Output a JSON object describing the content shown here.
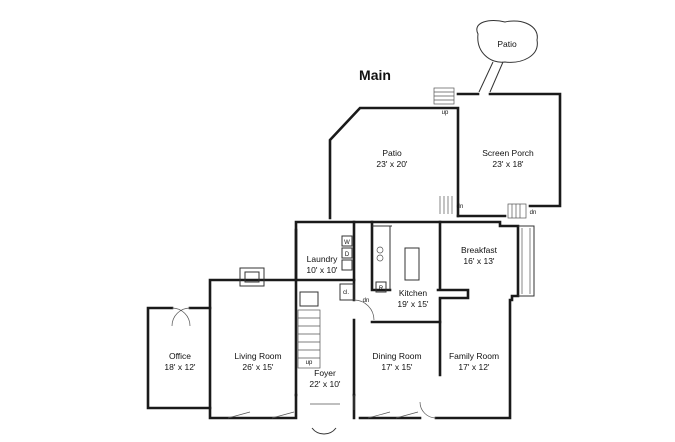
{
  "title": "Main",
  "rooms": {
    "patio_top": {
      "name": "Patio"
    },
    "patio": {
      "name": "Patio",
      "dims": "23' x 20'"
    },
    "screen_porch": {
      "name": "Screen Porch",
      "dims": "23' x 18'"
    },
    "breakfast": {
      "name": "Breakfast",
      "dims": "16' x 13'"
    },
    "laundry": {
      "name": "Laundry",
      "dims": "10' x 10'"
    },
    "kitchen": {
      "name": "Kitchen",
      "dims": "19' x 15'"
    },
    "office": {
      "name": "Office",
      "dims": "18' x 12'"
    },
    "living": {
      "name": "Living Room",
      "dims": "26' x 15'"
    },
    "dining": {
      "name": "Dining Room",
      "dims": "17' x 15'"
    },
    "family": {
      "name": "Family Room",
      "dims": "17' x 12'"
    },
    "foyer": {
      "name": "Foyer",
      "dims": "22' x 10'"
    }
  },
  "small_labels": {
    "up_top": "up",
    "up_stair": "up",
    "dn_patio": "dn",
    "dn_porch": "dn",
    "dn_kitchen": "dn",
    "closet": "cl.",
    "washer": "W",
    "dryer": "D",
    "refrigerator": "R"
  }
}
